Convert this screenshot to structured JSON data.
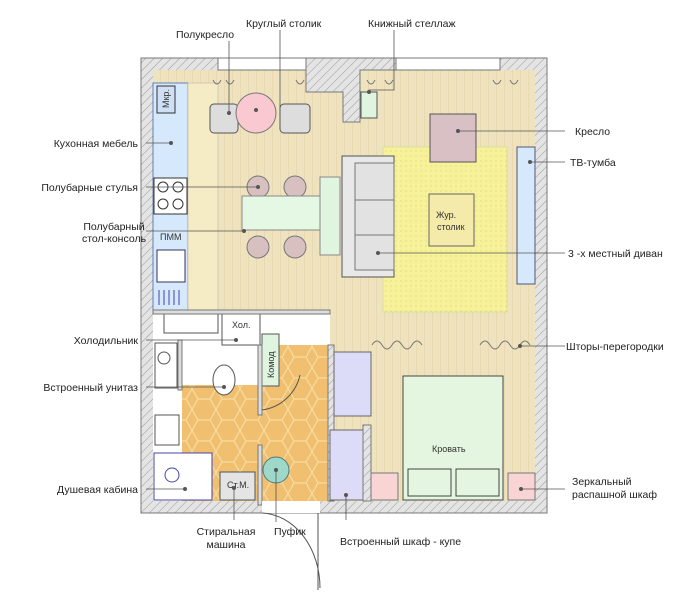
{
  "labels": {
    "half_armchair": "Полукресло",
    "round_table": "Круглый столик",
    "bookshelf": "Книжный стеллаж",
    "kitchen": "Кухонная мебель",
    "bar_stools": "Полубарные стулья",
    "bar_table_1": "Полубарный",
    "bar_table_2": "стол-консоль",
    "fridge": "Холодильник",
    "toilet": "Встроенный унитаз",
    "shower": "Душевая кабина",
    "washer_1": "Стиральная",
    "washer_2": "машина",
    "pouf": "Пуфик",
    "wardrobe": "Встроенный шкаф - купе",
    "armchair": "Кресло",
    "tv": "ТВ-тумба",
    "sofa": "3 -х  местный диван",
    "curtains": "Шторы-перегородки",
    "mirror_1": "Зеркальный",
    "mirror_2": "распашной шкаф"
  },
  "inner": {
    "microwave": "Мкр.",
    "dishwasher": "ПММ",
    "coffee_table_1": "Жур.",
    "coffee_table_2": "столик",
    "fridge": "Хол.",
    "dresser": "Комод",
    "bed": "Кровать",
    "washer": "Ст.М."
  },
  "colors": {
    "kitchen": "#d6e8fb",
    "floor": "#efe3bf",
    "rug": "#f7f29a",
    "tile": "#f0c070",
    "bed": "#e4f6df",
    "wardrobe": "#dcdcf8",
    "nightstand": "#f9d4d4"
  }
}
